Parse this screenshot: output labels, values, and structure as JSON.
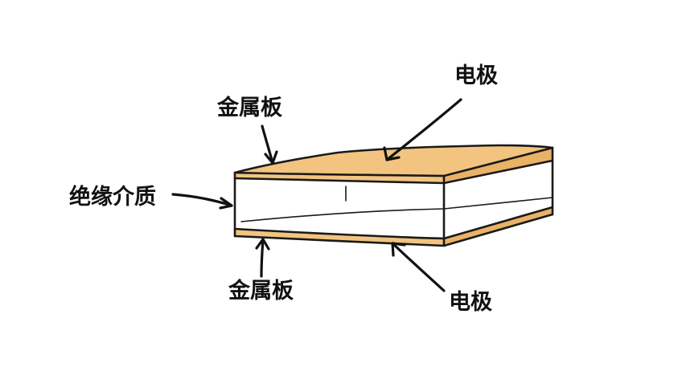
{
  "labels": {
    "electrode_top": "电极",
    "metal_plate_top": "金属板",
    "dielectric": "绝缘介质",
    "metal_plate_bottom": "金属板",
    "electrode_bottom": "电极"
  },
  "colors": {
    "plate": "#f2c47f",
    "plate_shade": "#e9b266",
    "dielectric": "#ffffff",
    "ink": "#1a1a1a"
  }
}
